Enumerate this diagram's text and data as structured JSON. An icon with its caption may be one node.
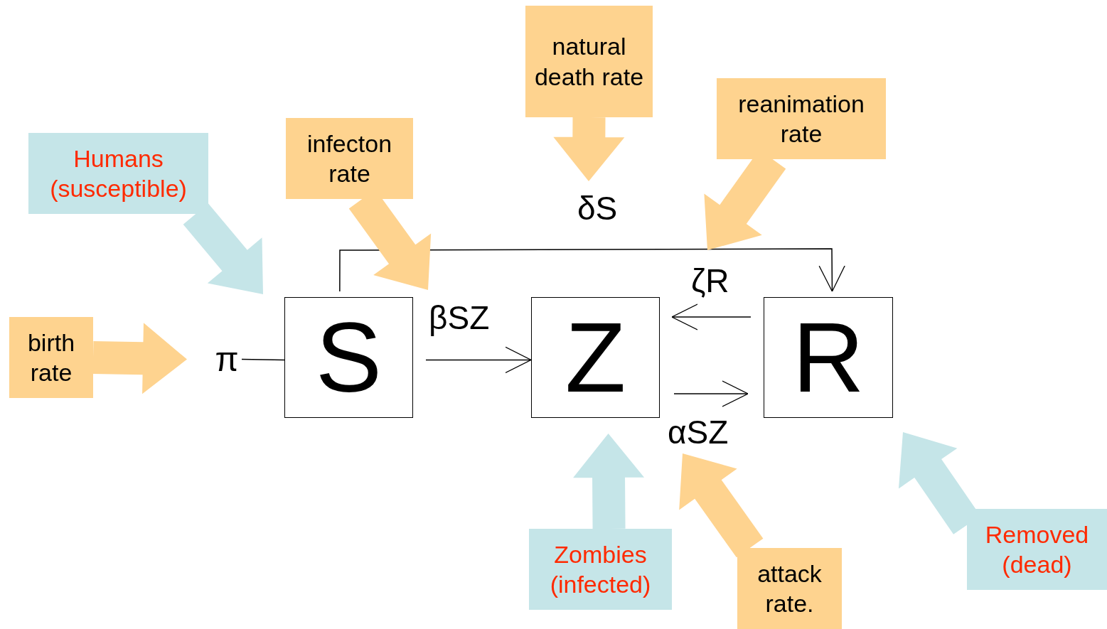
{
  "diagram": {
    "nodes": [
      {
        "text": [
          "S"
        ]
      },
      {
        "text": [
          "Z"
        ]
      },
      {
        "text": [
          "R"
        ]
      },
      {
        "text": [
          "π"
        ]
      },
      {
        "text": [
          "Humans (susceptible)"
        ]
      },
      {
        "text": [
          "infecton rate"
        ]
      },
      {
        "text": [
          "natural death rate"
        ]
      },
      {
        "text": [
          "reanimation rate"
        ]
      },
      {
        "text": [
          "birth rate"
        ]
      },
      {
        "text": [
          "Zombies (infected)"
        ]
      },
      {
        "text": [
          "attack rate."
        ]
      },
      {
        "text": [
          "Removed (dead)"
        ]
      }
    ],
    "edges": [
      {
        "from": 3,
        "to": 0,
        "arrow": "none"
      },
      {
        "from": 0,
        "to": 1,
        "arrow": "to",
        "label": "βSZ"
      },
      {
        "from": 0,
        "to": 2,
        "arrow": "to",
        "label": "δS"
      },
      {
        "from": 2,
        "to": 1,
        "arrow": "to",
        "label": "ζR"
      },
      {
        "from": 1,
        "to": 2,
        "arrow": "to",
        "label": "αSZ"
      },
      {
        "from": 4,
        "to": 0,
        "arrow": "to",
        "style": "thick",
        "color": "#c5e5e8"
      },
      {
        "from": 5,
        "to": null,
        "arrow": "to",
        "style": "thick",
        "color": "#fed38f"
      },
      {
        "from": 6,
        "to": null,
        "arrow": "to",
        "style": "thick",
        "color": "#fed38f"
      },
      {
        "from": 7,
        "to": null,
        "arrow": "to",
        "style": "thick",
        "color": "#fed38f"
      },
      {
        "from": 8,
        "to": 3,
        "arrow": "to",
        "style": "thick",
        "color": "#fed38f"
      },
      {
        "from": 9,
        "to": 1,
        "arrow": "to",
        "style": "thick",
        "color": "#c5e5e8"
      },
      {
        "from": 10,
        "to": null,
        "arrow": "to",
        "style": "thick",
        "color": "#fed38f"
      },
      {
        "from": 11,
        "to": 2,
        "arrow": "to",
        "style": "thick",
        "color": "#c5e5e8"
      }
    ]
  }
}
